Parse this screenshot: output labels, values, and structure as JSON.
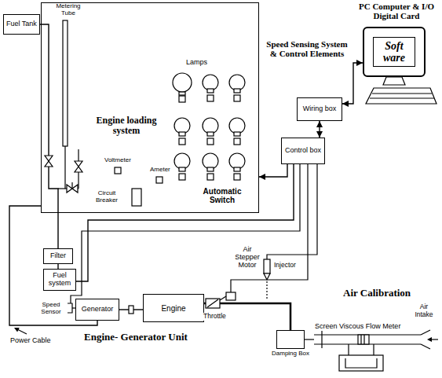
{
  "diagram": {
    "nodes": [
      {
        "text": [
          "Fuel Tank"
        ]
      },
      {
        "text": [
          "Engine loading system"
        ]
      },
      {
        "text": [
          "Soft ware"
        ]
      },
      {
        "text": [
          "Wiring box"
        ]
      },
      {
        "text": [
          "Control box"
        ]
      },
      {
        "text": [
          "Filter"
        ]
      },
      {
        "text": [
          "Fuel system"
        ]
      },
      {
        "text": [
          "Generator"
        ]
      },
      {
        "text": [
          "Engine"
        ]
      },
      {
        "text": [
          "Damping Box"
        ]
      }
    ],
    "edges": [
      {
        "from": 0,
        "to": 5,
        "arrow": "none"
      },
      {
        "from": 5,
        "to": 6,
        "arrow": "none"
      },
      {
        "from": 3,
        "to": 2,
        "arrow": "both"
      },
      {
        "from": 3,
        "to": 4,
        "arrow": "both"
      },
      {
        "from": 4,
        "to": 1,
        "arrow": "to"
      },
      {
        "from": 4,
        "to": 6,
        "arrow": "none"
      },
      {
        "from": 1,
        "to": 7,
        "arrow": "none"
      },
      {
        "from": 7,
        "to": 8,
        "arrow": "none"
      },
      {
        "from": 8,
        "to": 9,
        "arrow": "none"
      }
    ],
    "labels": [
      "Metering Tube",
      "Lamps",
      "Voltmeter",
      "Ameter",
      "Circuit Breaker",
      "Automatic Switch",
      "PC Computer & I/O Digital Card",
      "Speed Sensing System & Control Elements",
      "Air Stepper Motor",
      "Injector",
      "Speed Sensor",
      "Throttle",
      "Engine- Generator Unit",
      "Power Cable",
      "Air Calibration",
      "Screen Viscous Flow Meter",
      "Air Intake"
    ]
  }
}
